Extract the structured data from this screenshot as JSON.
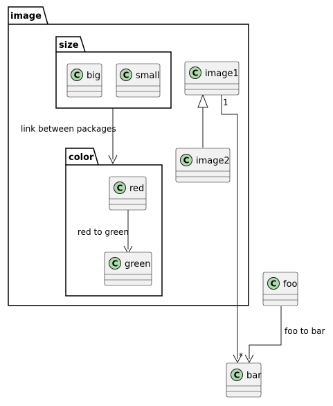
{
  "packages": {
    "image": "image",
    "size": "size",
    "color": "color"
  },
  "classes": {
    "big": "big",
    "small": "small",
    "image1": "image1",
    "image2": "image2",
    "red": "red",
    "green": "green",
    "foo": "foo",
    "bar": "bar"
  },
  "class_stereotype_letter": "C",
  "edges": {
    "size_to_color_label": "link between packages",
    "red_to_green_label": "red to green",
    "foo_to_bar_label": "foo to bar",
    "image1_to_bar_source_mult": "1",
    "image1_to_bar_target_mult": "*"
  },
  "colors": {
    "class_fill": "#f1f1f1",
    "class_circle": "#addbad",
    "line": "#181818"
  }
}
